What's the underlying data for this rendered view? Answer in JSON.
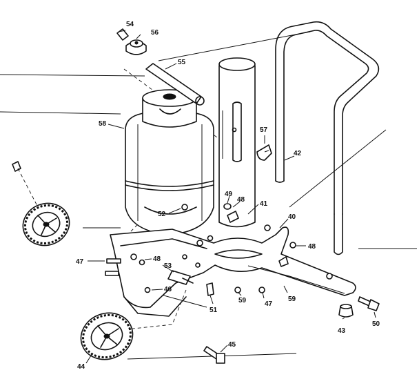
{
  "callouts": {
    "c54": "54",
    "c56": "56",
    "c55": "55",
    "c58": "58",
    "c57": "57",
    "c42": "42",
    "c49": "49",
    "c48a": "48",
    "c41": "41",
    "c52": "52",
    "c40": "40",
    "c48b": "48",
    "c47a": "47",
    "c48c": "48",
    "c53": "53",
    "c46": "46",
    "c51": "51",
    "c59a": "59",
    "c47b": "47",
    "c59b": "59",
    "c43": "43",
    "c50": "50",
    "c45": "45",
    "c44": "44"
  }
}
